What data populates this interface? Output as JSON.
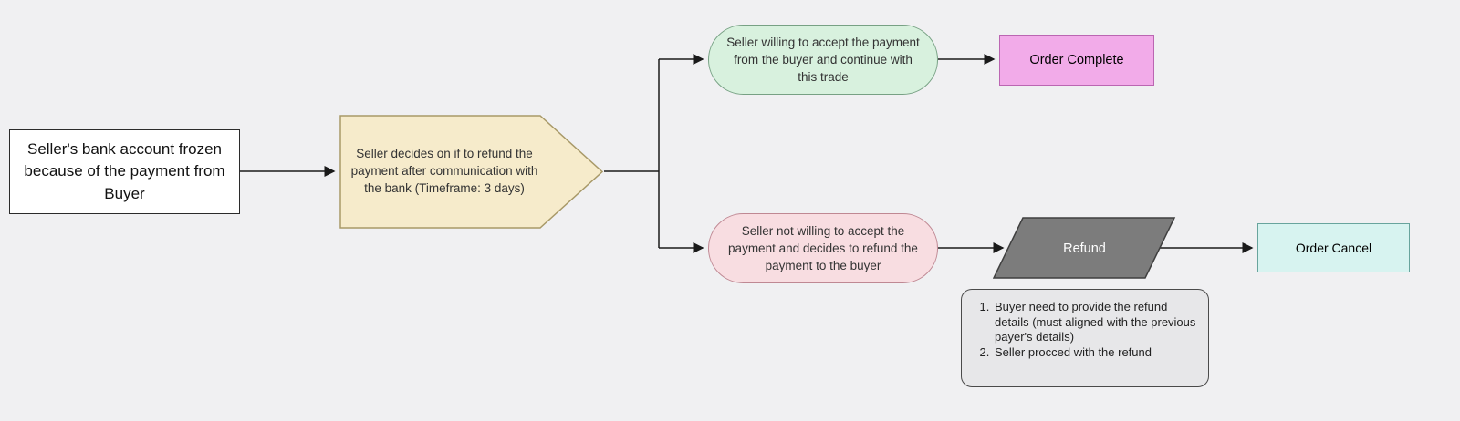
{
  "diagram": {
    "nodes": {
      "start": {
        "label": "Seller's bank account frozen because of the payment from Buyer"
      },
      "decision": {
        "label": "Seller decides on if to refund the payment after communication with the bank (Timeframe: 3 days)"
      },
      "accept_branch": {
        "label": "Seller willing to accept the payment from the buyer and continue with this trade"
      },
      "order_complete": {
        "label": "Order Complete"
      },
      "refuse_branch": {
        "label": "Seller not willing to accept the payment and decides to refund the payment to the buyer"
      },
      "refund": {
        "label": "Refund"
      },
      "order_cancel": {
        "label": "Order Cancel"
      },
      "refund_note": {
        "items": [
          "Buyer need to provide the refund details (must aligned with the previous payer's details)",
          "Seller procced with the refund"
        ]
      }
    },
    "edges": [
      {
        "from": "start",
        "to": "decision"
      },
      {
        "from": "decision",
        "to": "accept_branch"
      },
      {
        "from": "decision",
        "to": "refuse_branch"
      },
      {
        "from": "accept_branch",
        "to": "order_complete"
      },
      {
        "from": "refuse_branch",
        "to": "refund"
      },
      {
        "from": "refund",
        "to": "order_cancel"
      }
    ],
    "colors": {
      "background": "#f0f0f2",
      "start_fill": "#ffffff",
      "decision_fill": "#f6ebcb",
      "decision_stroke": "#a89968",
      "accept_fill": "#d8f1de",
      "refuse_fill": "#f8dde1",
      "order_complete_fill": "#f2abe9",
      "refund_fill": "#7c7c7c",
      "refund_stroke": "#3f3f3f",
      "order_cancel_fill": "#d7f3f0",
      "note_fill": "#e7e7e9",
      "line": "#1a1a1a"
    }
  }
}
